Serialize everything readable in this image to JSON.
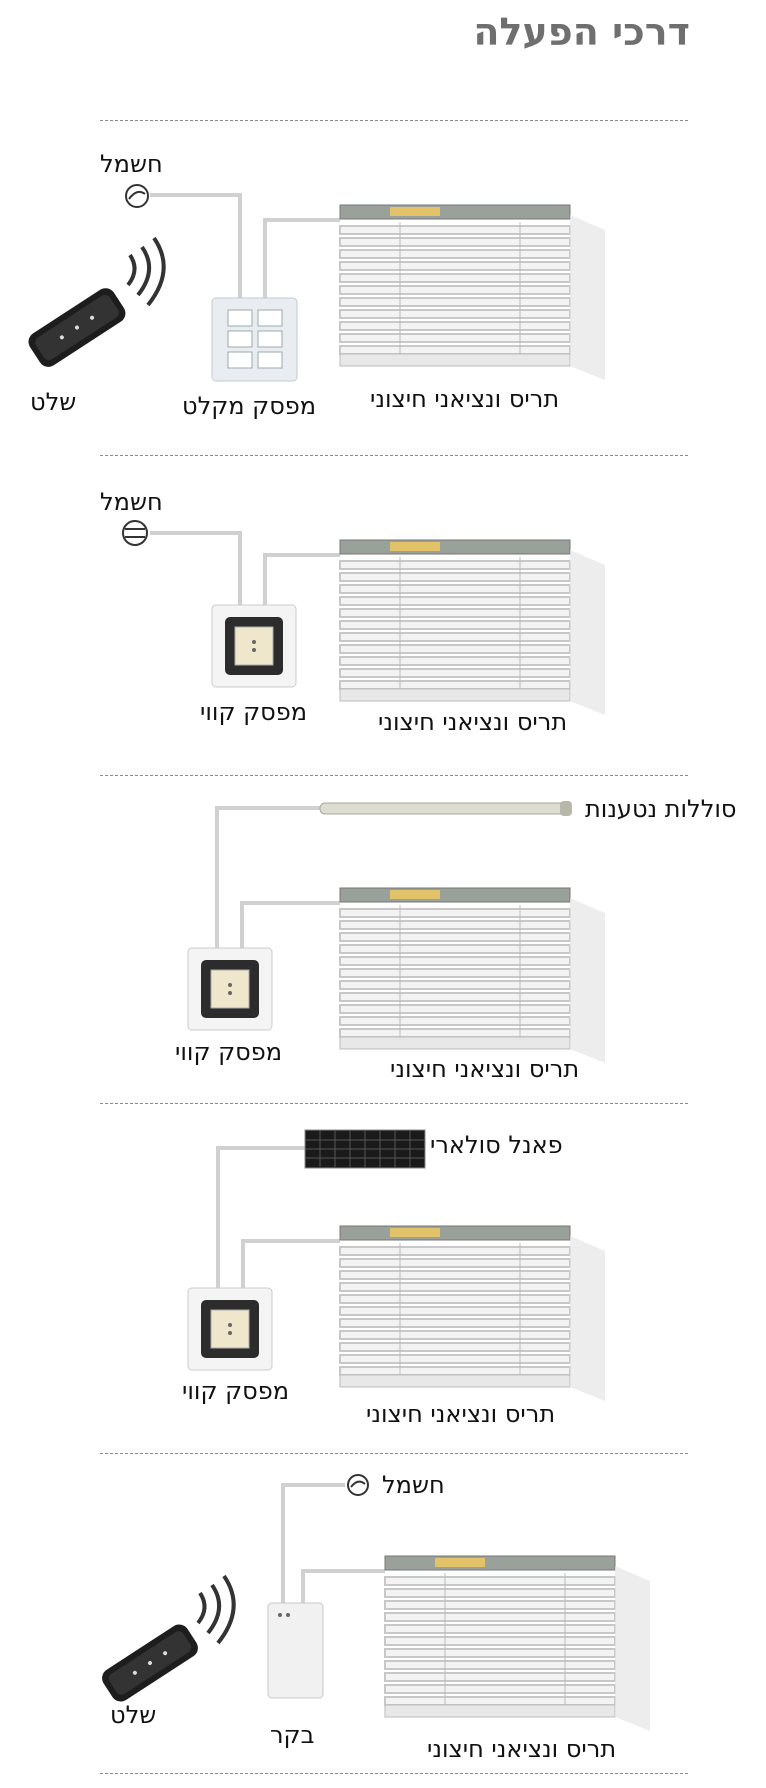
{
  "page": {
    "title": "דרכי הפעלה"
  },
  "sections": [
    {
      "labels": {
        "power": "חשמל",
        "remote": "שלט",
        "switch": "מפסק מקלט",
        "blind": "תריס ונציאני חיצוני"
      }
    },
    {
      "labels": {
        "power": "חשמל",
        "switch": "מפסק קווי",
        "blind": "תריס ונציאני חיצוני"
      }
    },
    {
      "labels": {
        "source": "סוללות נטענות",
        "switch": "מפסק קווי",
        "blind": "תריס ונציאני חיצוני"
      }
    },
    {
      "labels": {
        "source": "פאנל סולארי",
        "switch": "מפסק קווי",
        "blind": "תריס ונציאני חיצוני"
      }
    },
    {
      "labels": {
        "power": "חשמל",
        "remote": "שלט",
        "controller": "בקר",
        "blind": "תריס ונציאני חיצוני"
      }
    }
  ],
  "colors": {
    "title": "#6f6f6f",
    "divider": "#8a8a8a",
    "wire": "#d0d0d0",
    "motor": "#e2c36a",
    "headrail": "#9aa19a",
    "solar": "#1a1a1a"
  }
}
